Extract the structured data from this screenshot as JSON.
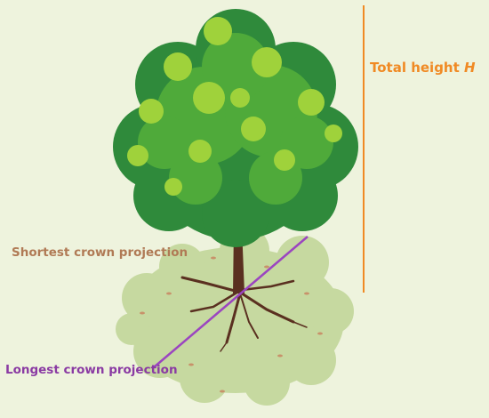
{
  "labels": {
    "total_height_text": "Total height ",
    "total_height_var": "H",
    "shortest": "Shortest crown projection",
    "longest": "Longest crown projection"
  },
  "colors": {
    "background": "#eef3dd",
    "height_line": "#f08a24",
    "height_label": "#f08a24",
    "shortest_label": "#b07a55",
    "longest_label": "#8a3aa3",
    "projection_line": "#9b45c0",
    "canopy_dark": "#2f8a3b",
    "canopy_mid": "#4faa3a",
    "canopy_light": "#9fd23b",
    "trunk": "#5a3020",
    "shadow": "#c6d9a0"
  }
}
